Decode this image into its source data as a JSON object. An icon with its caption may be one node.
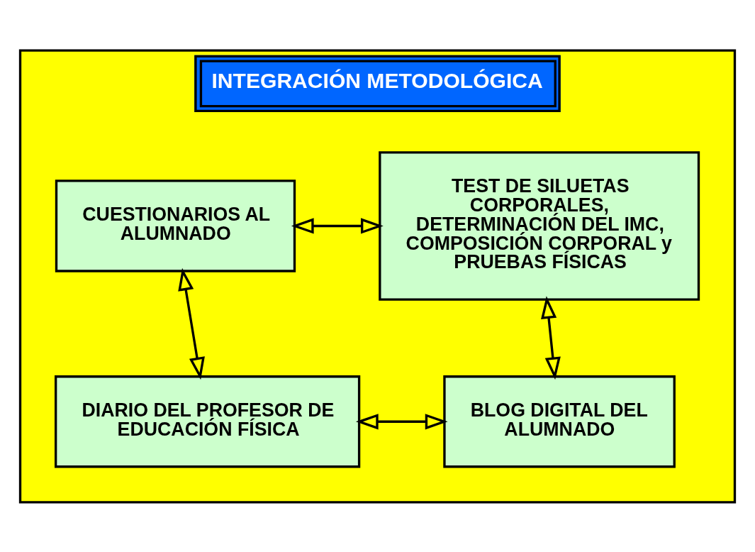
{
  "diagram": {
    "nodes": [
      {
        "text": [
          "INTEGRACIÓN METODOLÓGICA"
        ]
      },
      {
        "text": [
          "CUESTIONARIOS AL ALUMNADO"
        ],
        "in": 0
      },
      {
        "text": [
          "TEST DE SILUETAS CORPORALES, DETERMINACIÓN DEL IMC, COMPOSICIÓN CORPORAL y PRUEBAS FÍSICAS"
        ],
        "in": 0
      },
      {
        "text": [
          "DIARIO DEL PROFESOR DE EDUCACIÓN FÍSICA"
        ],
        "in": 0
      },
      {
        "text": [
          "BLOG DIGITAL DEL ALUMNADO"
        ],
        "in": 0
      }
    ],
    "edges": [
      {
        "from": 1,
        "to": 2,
        "arrow": "both"
      },
      {
        "from": 1,
        "to": 3,
        "arrow": "both"
      },
      {
        "from": 2,
        "to": 4,
        "arrow": "both"
      },
      {
        "from": 3,
        "to": 4,
        "arrow": "both"
      }
    ]
  }
}
